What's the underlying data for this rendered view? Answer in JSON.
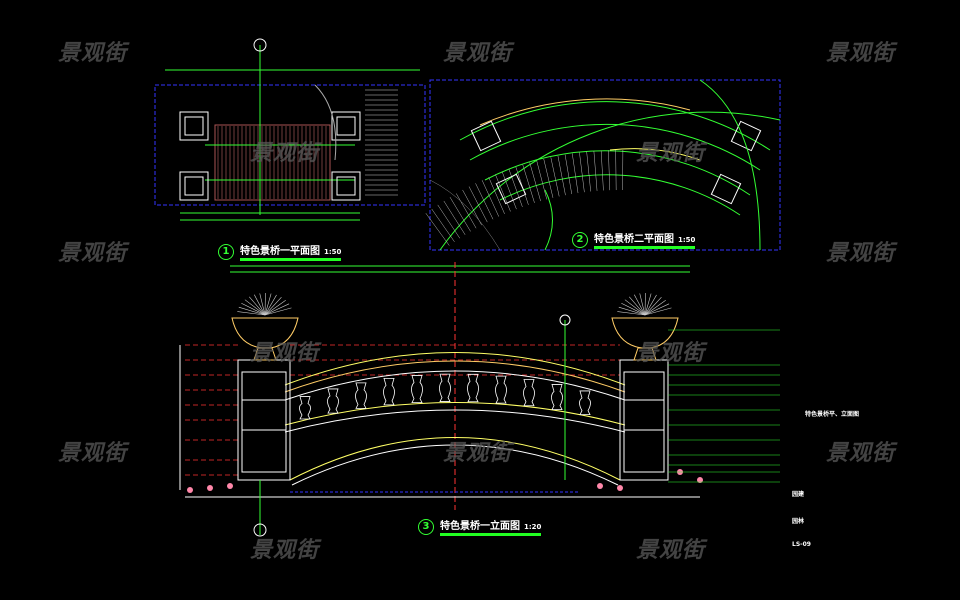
{
  "watermark_text": "景观街",
  "plan1": {
    "number": "1",
    "title": "特色景桥一平面图",
    "scale": "1:50"
  },
  "plan2": {
    "number": "2",
    "title": "特色景桥二平面图",
    "scale": "1:50"
  },
  "elevation": {
    "number": "3",
    "title": "特色景桥一立面图",
    "scale": "1:20"
  },
  "title_block": {
    "drawing_name": "特色景桥平、立面图",
    "discipline": "园建",
    "category": "园林",
    "sheet_no": "LS-09"
  },
  "colors": {
    "background": "#000000",
    "green": "#33ff33",
    "blue": "#3344ff",
    "red": "#ff3030",
    "yellow": "#ffff66"
  }
}
